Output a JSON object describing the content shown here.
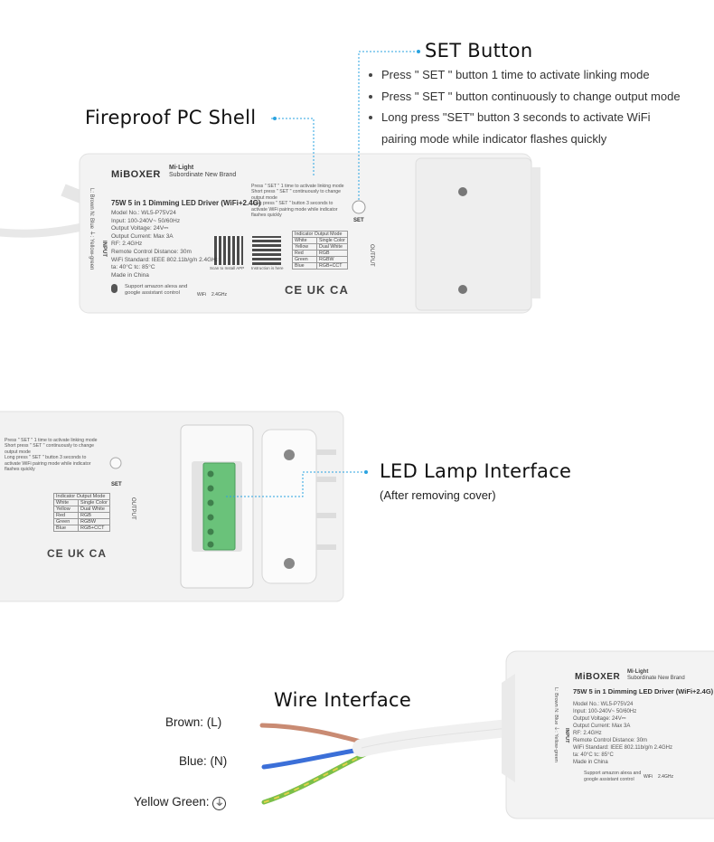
{
  "colors": {
    "accent": "#2aa3e0",
    "body": "#f1f1f1",
    "terminal_green": "#6ac27a",
    "brown_wire": "#c98b73",
    "blue_wire": "#3b6fd8",
    "ground_wire": "#7bbf4a"
  },
  "set_button": {
    "title": "SET Button",
    "bullets": [
      "Press \" SET \" button 1 time to activate linking mode",
      "Press \" SET \" button continuously to change output mode",
      "Long press \"SET\" button 3 seconds to activate WiFi",
      "pairing mode while indicator flashes quickly"
    ]
  },
  "fireproof": {
    "title": "Fireproof PC Shell"
  },
  "led_interface": {
    "title": "LED Lamp Interface",
    "subtitle": "(After removing cover)"
  },
  "wire_interface": {
    "title": "Wire Interface",
    "brown": "Brown: (L)",
    "blue": "Blue: (N)",
    "yellow_green": "Yellow Green: ",
    "ground_symbol": "⏚"
  },
  "device": {
    "brand": "MiBOXER",
    "sub_brand": "Mi·Light",
    "sub_brand_tag": "Subordinate New Brand",
    "product": "75W 5 in 1 Dimming LED Driver (WiFi+2.4G)",
    "specs": [
      "Model No.: WL5-P75V24",
      "Input: 100-240V~ 50/60Hz",
      "Output Voltage: 24V⎓",
      "Output Current: Max 3A",
      "RF: 2.4GHz",
      "Remote Control Distance: 30m",
      "WiFi Standard: IEEE 802.11b/g/n 2.4GHz",
      "ta: 40°C    tc: 85°C",
      "Made in China"
    ],
    "instructions": [
      "Press \" SET \" 1 time to activate linking mode",
      "Short press \" SET \" continuously to change output mode",
      "Long press \" SET \" button 3 seconds to activate WiFi pairing mode while indicator flashes quickly"
    ],
    "qr_labels": [
      "Scan to Install APP",
      "Instruction is here"
    ],
    "indicator_table": {
      "header": "Indicator Output Mode",
      "rows": [
        [
          "White",
          "Single Color"
        ],
        [
          "Yellow",
          "Dual White"
        ],
        [
          "Red",
          "RGB"
        ],
        [
          "Green",
          "RGBW"
        ],
        [
          "Blue",
          "RGB+CCT"
        ]
      ]
    },
    "set_label": "SET",
    "input_label": "INPUT",
    "input_pins": "L: Brown   N: Blue   ⏚: Yellow-green",
    "voice": "Support amazon alexa and google assistant control",
    "wifi_label": "WiFi",
    "ghz_label": "2.4GHz",
    "cert": "CE UK CA",
    "output_label": "OUTPUT"
  }
}
